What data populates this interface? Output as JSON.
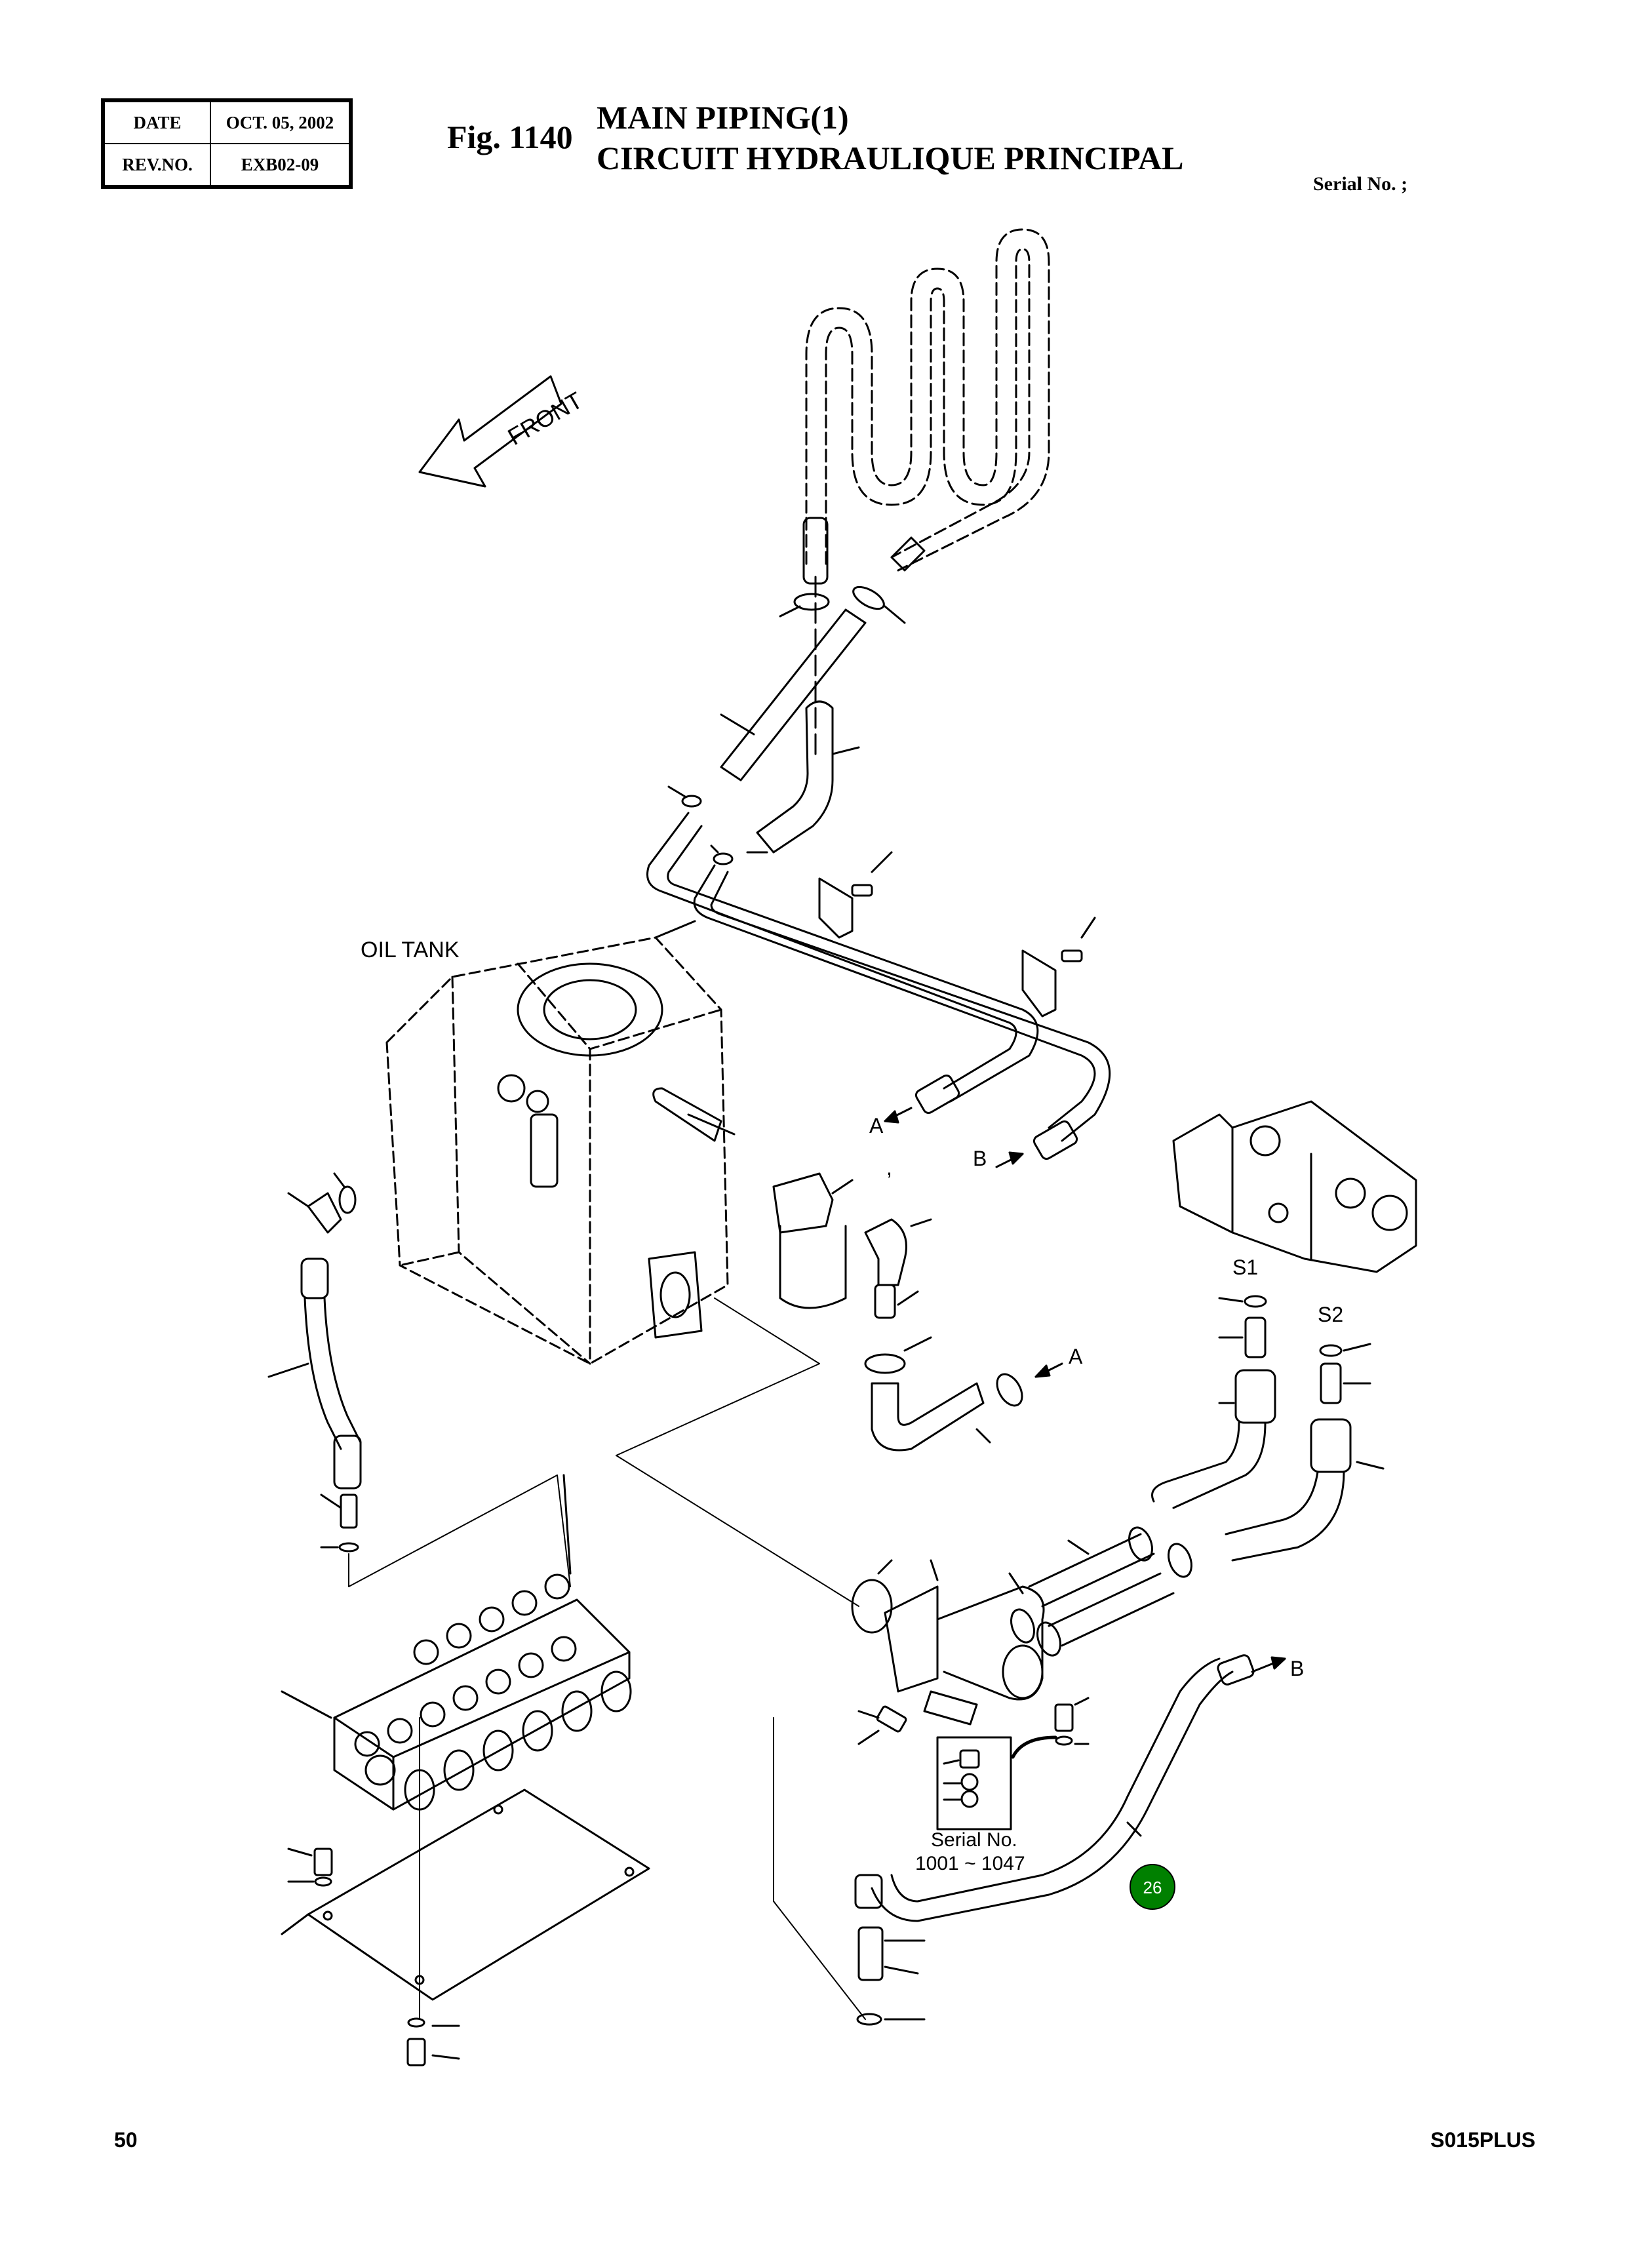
{
  "header": {
    "date_label": "DATE",
    "date_value": "OCT. 05, 2002",
    "rev_label": "REV.NO.",
    "rev_value": "EXB02-09",
    "fig_number": "Fig. 1140",
    "title_en": "MAIN PIPING(1)",
    "title_fr": "CIRCUIT HYDRAULIQUE PRINCIPAL",
    "serial_label": "Serial No. ;"
  },
  "diagram": {
    "front_label": "FRONT",
    "oil_tank_label": "OIL TANK",
    "port_labels": {
      "a1": "A",
      "b1": "B",
      "a2": "A",
      "b2": "B",
      "s1": "S1",
      "s2": "S2"
    },
    "serial_note_line1": "Serial No.",
    "serial_note_line2": "1001 ~ 1047",
    "callout": "26",
    "callout_color": "#008000",
    "stray_mark": ","
  },
  "footer": {
    "page_number": "50",
    "model": "S015PLUS"
  }
}
